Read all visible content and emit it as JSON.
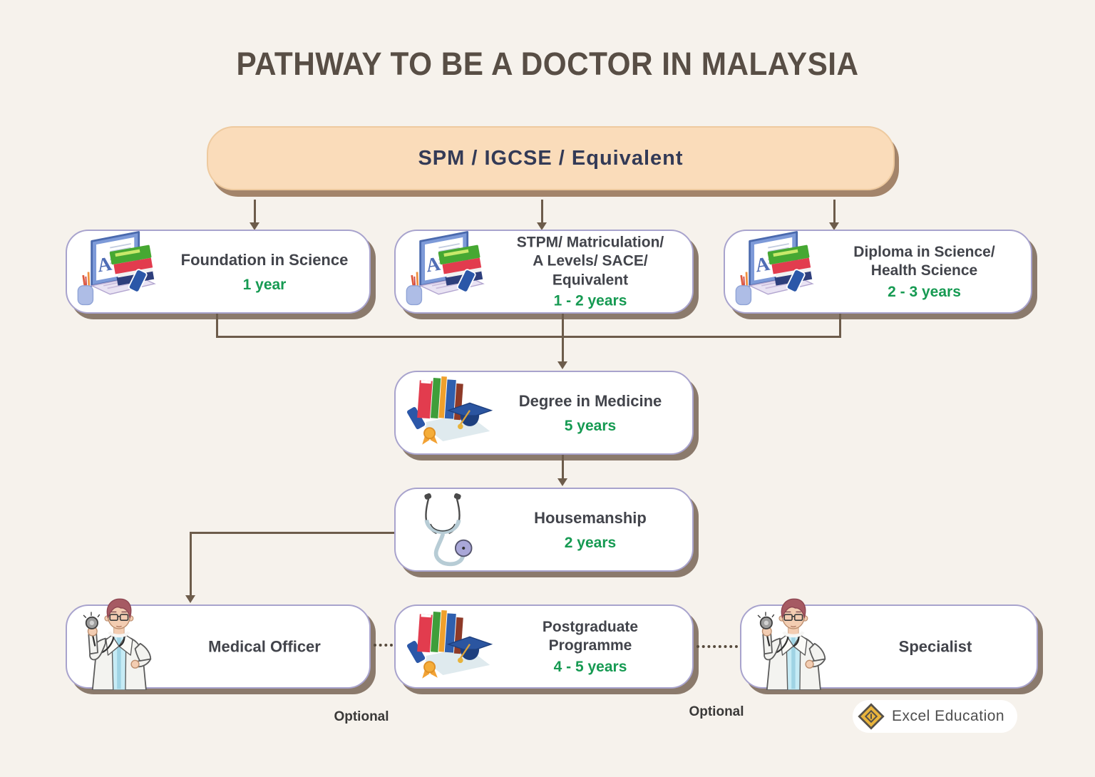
{
  "title": "PATHWAY TO BE A DOCTOR IN MALAYSIA",
  "colors": {
    "background": "#f6f2ec",
    "spm_fill": "#fadcba",
    "box_border": "#a8a3cd",
    "box_shadow": "#8b7a6c",
    "connector": "#6d5c4b",
    "duration_green": "#169a52",
    "title_text": "#584e45",
    "spm_text": "#333a56"
  },
  "nodes": {
    "spm": {
      "label": "SPM / IGCSE / Equivalent"
    },
    "foundation": {
      "label": "Foundation in Science",
      "duration": "1 year"
    },
    "pre_university": {
      "label_line1": "STPM/ Matriculation/",
      "label_line2": "A Levels/ SACE/ Equivalent",
      "duration": "1 - 2 years"
    },
    "diploma": {
      "label_line1": "Diploma in Science/",
      "label_line2": "Health Science",
      "duration": "2 - 3 years"
    },
    "degree": {
      "label": "Degree in Medicine",
      "duration": "5 years"
    },
    "housemanship": {
      "label": "Housemanship",
      "duration": "2 years"
    },
    "medical_officer": {
      "label": "Medical Officer"
    },
    "postgraduate": {
      "label_line1": "Postgraduate",
      "label_line2": "Programme",
      "duration": "4 - 5 years"
    },
    "specialist": {
      "label": "Specialist"
    }
  },
  "annotations": {
    "optional_left": "Optional",
    "optional_right": "Optional"
  },
  "footer": {
    "brand": "Excel Education"
  },
  "icons": {
    "laptop_books": "laptop-books-icon",
    "books_cap": "books-graduation-cap-icon",
    "stethoscope": "stethoscope-icon",
    "doctor": "doctor-icon",
    "brand_diamond": "excel-education-diamond-icon"
  }
}
